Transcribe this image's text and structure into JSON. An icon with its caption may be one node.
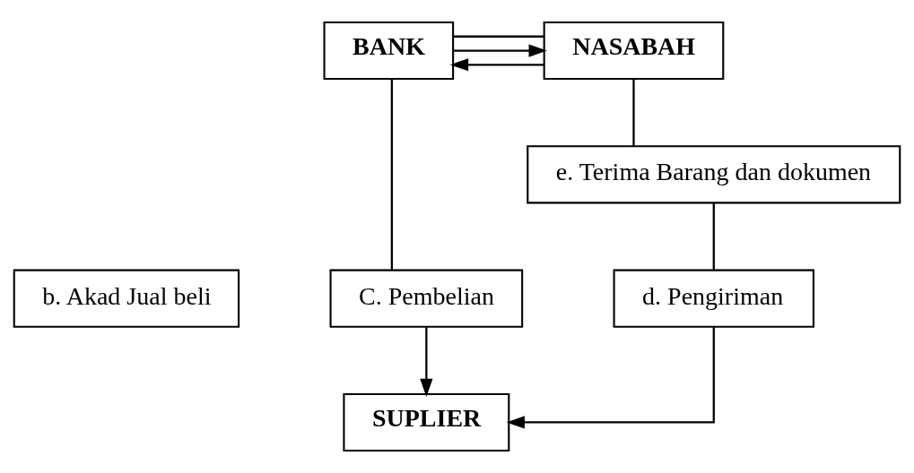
{
  "diagram": {
    "nodes": [
      {
        "text": [
          "BANK"
        ]
      },
      {
        "text": [
          "NASABAH"
        ]
      },
      {
        "text": [
          "b. Akad Jual beli"
        ]
      },
      {
        "text": [
          "e. Terima Barang dan dokumen"
        ]
      },
      {
        "text": [
          "C. Pembelian"
        ]
      },
      {
        "text": [
          "d. Pengiriman"
        ]
      },
      {
        "text": [
          "SUPLIER"
        ]
      }
    ],
    "edges": [
      {
        "from": 0,
        "to": 1,
        "arrow": "none"
      },
      {
        "from": 0,
        "to": 1,
        "arrow": "to"
      },
      {
        "from": 1,
        "to": 0,
        "arrow": "to"
      },
      {
        "from": 0,
        "to": 4,
        "arrow": "none"
      },
      {
        "from": 1,
        "to": 3,
        "arrow": "none"
      },
      {
        "from": 3,
        "to": 5,
        "arrow": "none"
      },
      {
        "from": 4,
        "to": 6,
        "arrow": "to"
      },
      {
        "from": 5,
        "to": 6,
        "arrow": "to"
      }
    ]
  }
}
